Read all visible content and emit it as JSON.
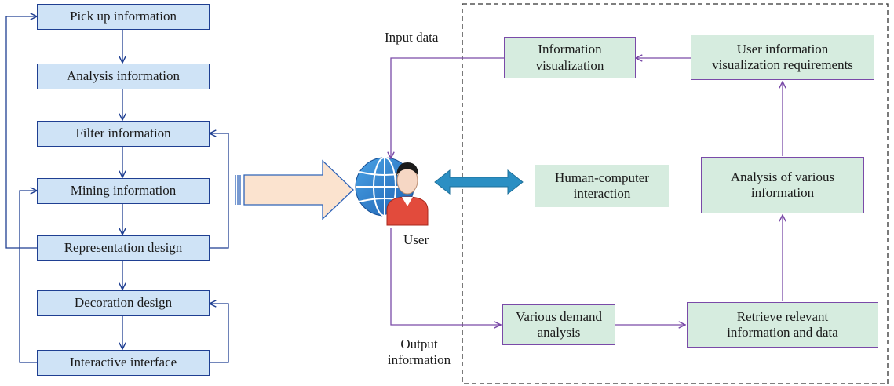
{
  "left_flow": {
    "steps": [
      "Pick up information",
      "Analysis information",
      "Filter information",
      "Mining information",
      "Representation design",
      "Decoration design",
      "Interactive interface"
    ]
  },
  "user_label": "User",
  "input_label": "Input data",
  "output_label_line1": "Output",
  "output_label_line2": "information",
  "hci_label_line1": "Human-computer",
  "hci_label_line2": "interaction",
  "right_boxes": {
    "info_vis_line1": "Information",
    "info_vis_line2": "visualization",
    "user_req_line1": "User information",
    "user_req_line2": "visualization requirements",
    "analysis_line1": "Analysis of various",
    "analysis_line2": "information",
    "demand_line1": "Various demand",
    "demand_line2": "analysis",
    "retrieve_line1": "Retrieve relevant",
    "retrieve_line2": "information and data"
  },
  "colors": {
    "left_box_fill": "#cfe3f6",
    "left_box_border": "#1f3f92",
    "right_box_fill": "#d6ecdf",
    "right_connector": "#7a4aa8",
    "double_arrow": "#2b8fc3",
    "big_arrow_fill": "#fbe3cf"
  }
}
